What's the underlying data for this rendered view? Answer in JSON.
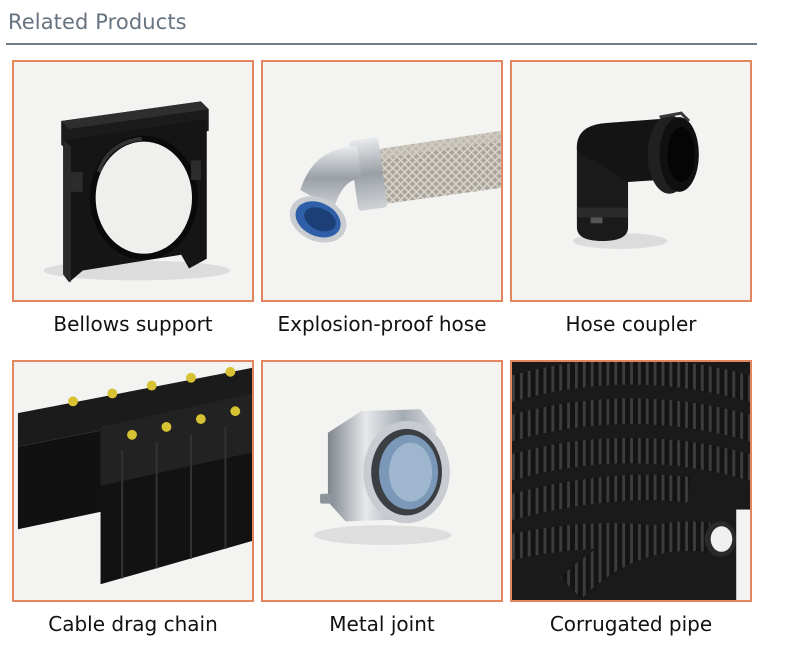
{
  "section": {
    "title": "Related Products"
  },
  "accent_color": "#e2865f",
  "rule_color": "#6d7c88",
  "products": [
    {
      "name": "Bellows support",
      "icon": "bellows-support-image"
    },
    {
      "name": "Explosion-proof hose",
      "icon": "explosion-proof-hose-image"
    },
    {
      "name": "Hose coupler",
      "icon": "hose-coupler-image"
    },
    {
      "name": "Cable drag chain",
      "icon": "cable-drag-chain-image"
    },
    {
      "name": "Metal joint",
      "icon": "metal-joint-image"
    },
    {
      "name": "Corrugated pipe",
      "icon": "corrugated-pipe-image"
    }
  ]
}
